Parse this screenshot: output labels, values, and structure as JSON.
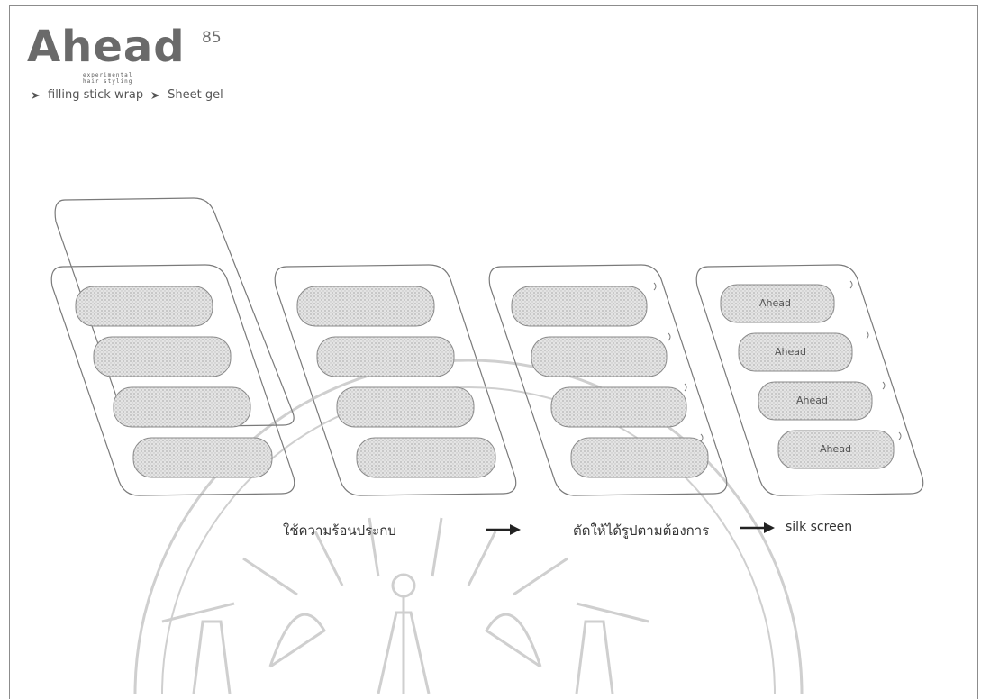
{
  "logo": {
    "word": "Ahead",
    "superscript": "85",
    "tagline": "experimental hair styling"
  },
  "breadcrumb": [
    "filling stick wrap",
    "Sheet gel"
  ],
  "steps": {
    "step1_caption": "ใช้ความร้อนประกบ",
    "step2_caption": "ตัดให้ได้รูปตามต้องการ",
    "step3_caption": "silk screen"
  },
  "strip_label": "Ahead",
  "colors": {
    "line": "#7a7a7a",
    "fill": "#d2d2d2",
    "watermark": "#c8c8c8"
  }
}
